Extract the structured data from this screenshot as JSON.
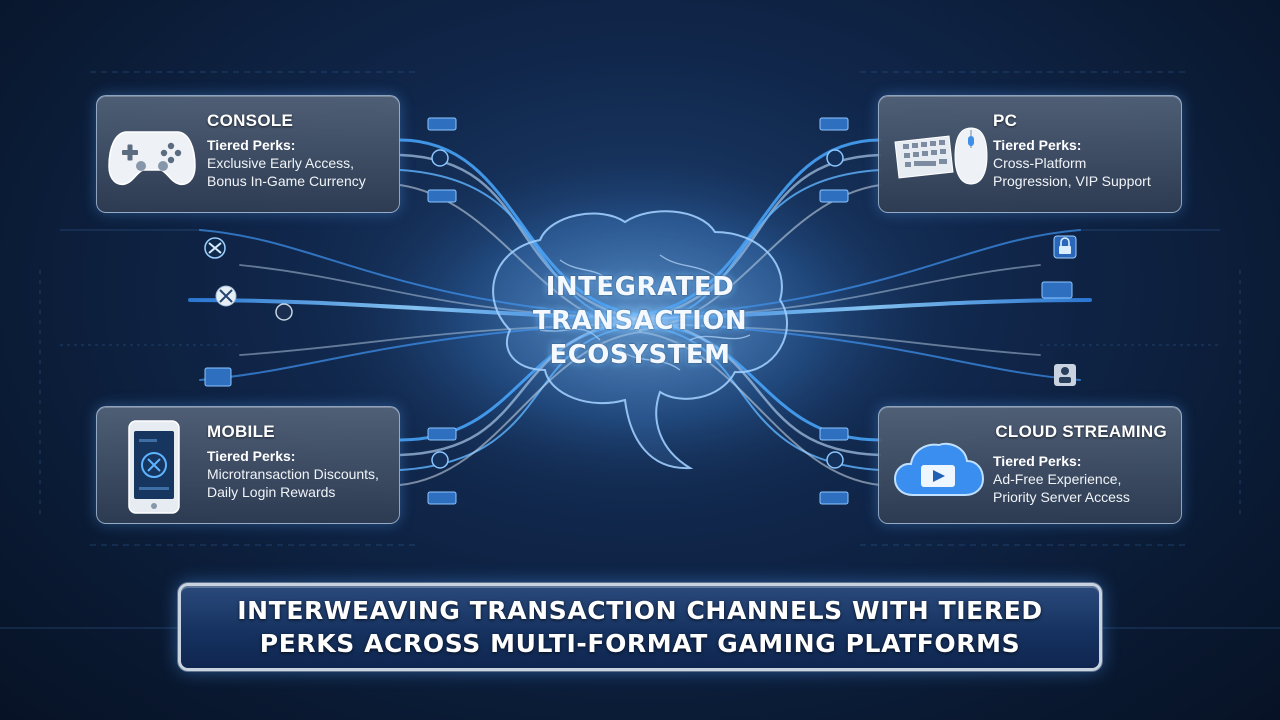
{
  "center": {
    "title_line1": "INTEGRATED",
    "title_line2": "TRANSACTION",
    "title_line3": "ECOSYSTEM"
  },
  "cards": {
    "console": {
      "title": "CONSOLE",
      "perks_label": "Tiered Perks:",
      "line1": "Exclusive Early Access,",
      "line2": "Bonus In-Game Currency",
      "icon": "gamepad-icon"
    },
    "pc": {
      "title": "PC",
      "perks_label": "Tiered Perks:",
      "line1": "Cross-Platform",
      "line2": "Progression, VIP Support",
      "icon": "keyboard-mouse-icon"
    },
    "mobile": {
      "title": "MOBILE",
      "perks_label": "Tiered Perks:",
      "line1": "Microtransaction Discounts,",
      "line2": "Daily Login Rewards",
      "icon": "smartphone-icon"
    },
    "cloud": {
      "title": "CLOUD STREAMING",
      "perks_label": "Tiered Perks:",
      "line1": "Ad-Free Experience,",
      "line2": "Priority Server Access",
      "icon": "cloud-play-icon"
    }
  },
  "banner": {
    "line1": "INTERWEAVING TRANSACTION CHANNELS WITH TIERED",
    "line2": "PERKS ACROSS MULTI-FORMAT GAMING PLATFORMS"
  },
  "colors": {
    "background": "#10264a",
    "accent_glow": "#4aa8ff",
    "card_border": "#afc6e1",
    "banner_fill": "#163260",
    "banner_border": "#c9d3df"
  }
}
